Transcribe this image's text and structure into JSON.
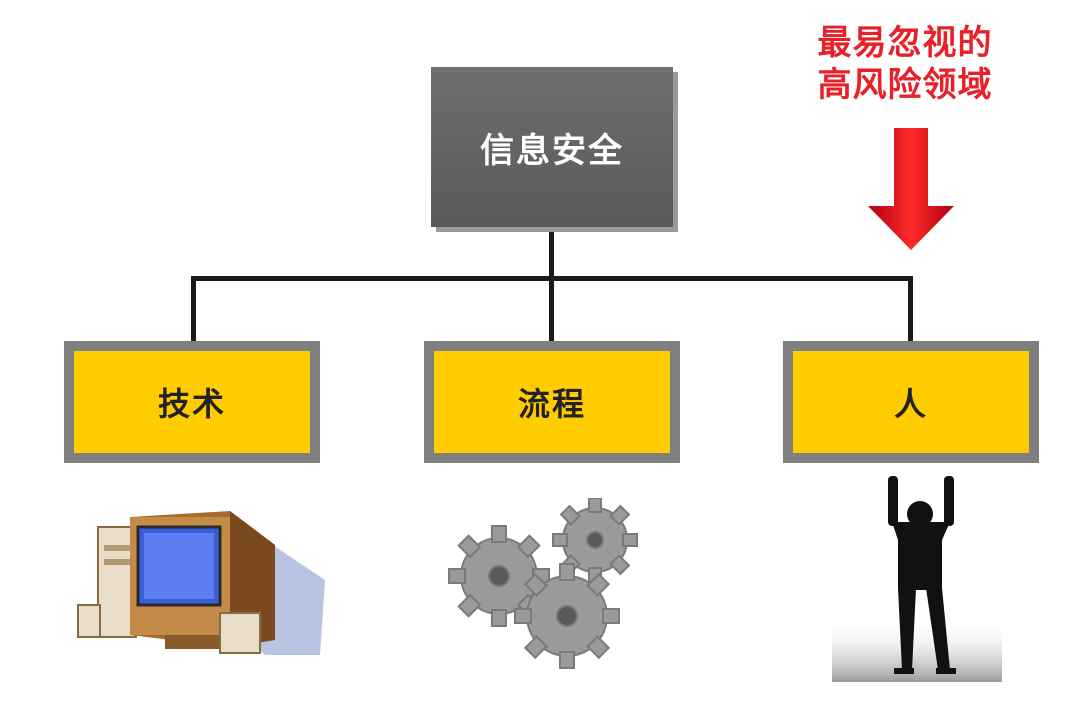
{
  "diagram": {
    "root": {
      "label": "信息安全"
    },
    "children": [
      {
        "id": "tech",
        "label": "技术"
      },
      {
        "id": "process",
        "label": "流程"
      },
      {
        "id": "people",
        "label": "人"
      }
    ],
    "callout": {
      "line1": "最易忽视的",
      "line2": "高风险领域",
      "color": "#e8202a"
    },
    "illustrations": [
      {
        "node": "tech",
        "icon": "computer-icon"
      },
      {
        "node": "process",
        "icon": "gears-icon"
      },
      {
        "node": "people",
        "icon": "person-silhouette-icon"
      }
    ]
  },
  "colors": {
    "root_fill": "#666666",
    "child_fill": "#ffcc00",
    "child_border": "#7f7f7f",
    "connector": "#1a1a1a"
  }
}
